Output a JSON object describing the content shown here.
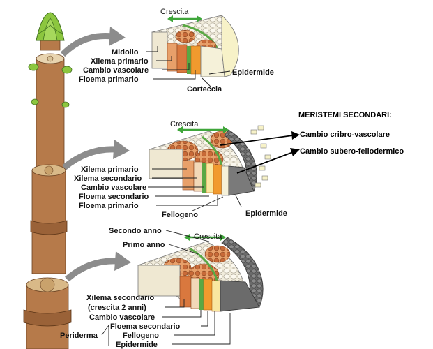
{
  "diagram": {
    "panel1": {
      "crescita": "Crescita",
      "left_labels": [
        "Midollo",
        "Xilema primario",
        "Cambio vascolare",
        "Floema primario"
      ],
      "right_labels": [
        "Epidermide",
        "Corteccia"
      ]
    },
    "panel2": {
      "crescita": "Crescita",
      "left_labels": [
        "Xilema primario",
        "Xilema secondario",
        "Cambio vascolare",
        "Floema secondario",
        "Floema primario"
      ],
      "bottom_labels": [
        "Fellogeno",
        "Epidermide"
      ]
    },
    "panel3": {
      "crescita": "Crescita",
      "top_labels": [
        "Secondo anno",
        "Primo anno"
      ],
      "left_labels": [
        "Xilema secondario",
        "(crescita 2 anni)",
        "Cambio vascolare",
        "Floema secondario",
        "Fellogeno",
        "Epidermide"
      ],
      "periderm_label": "Periderma"
    },
    "meristems": {
      "title": "MERISTEMI SECONDARI:",
      "items": [
        "Cambio cribro-vascolare",
        "Cambio subero-fellodermico"
      ]
    }
  },
  "colors": {
    "xylem": "#d98a4e",
    "phloem": "#f19a2e",
    "cambium": "#5aa844",
    "bark": "#b67a4a",
    "bud": "#8cc63f",
    "epidermis": "#f5f1d9",
    "periderm": "#595959",
    "arrow": "#8c8c8c"
  }
}
